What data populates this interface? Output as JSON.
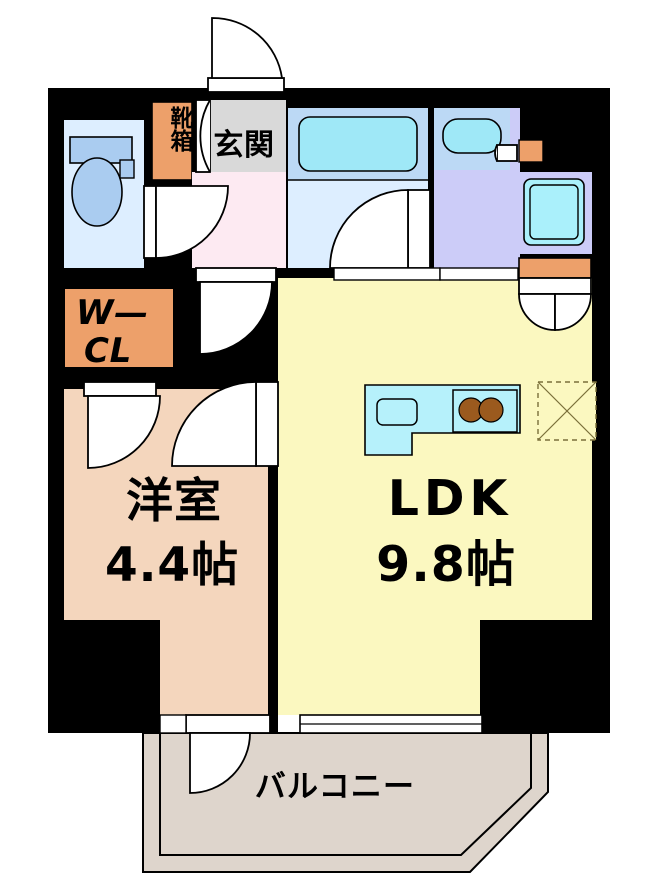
{
  "plan": {
    "type": "japanese-apartment-floor-plan",
    "layout_code": "1LDK",
    "colors": {
      "wall": "#000000",
      "ldk_floor": "#fbf8c0",
      "room_floor": "#f4d6bd",
      "closet": "#eda06a",
      "entrance_hall": "#fdeaf2",
      "entrance_tile": "#d9d9d9",
      "toilet_floor": "#ddeeff",
      "bath_floor": "#ddeeff",
      "bath_upper": "#bcd9f5",
      "tub_water": "#9fe8f7",
      "washroom_floor": "#ccccf8",
      "fixture_blue": "#aaccf0",
      "sink_cyan": "#aaf0fb",
      "counter_cyan": "#b6f1fb",
      "burner_brown": "#9b5a1e",
      "balcony_floor": "#ded5cc",
      "door_fill": "#ffffff"
    }
  },
  "rooms": {
    "toilet": {
      "name": "toilet",
      "fixtures": [
        "toilet-tank",
        "toilet-bowl",
        "flush-lever"
      ]
    },
    "entrance": {
      "label": "玄関"
    },
    "shoe_box": {
      "label": "靴箱"
    },
    "hall": {
      "name": "hallway"
    },
    "bath": {
      "name": "bathroom",
      "fixtures": [
        "bathtub"
      ]
    },
    "washroom": {
      "name": "washroom",
      "fixtures": [
        "vanity-sink",
        "washing-machine-pan"
      ]
    },
    "walk_in_closet": {
      "line1": "W",
      "dash": "—",
      "line2": "C",
      "line3": "L",
      "full_label": "W-CL"
    },
    "western_room": {
      "label": "洋室",
      "area": "4.4帖",
      "area_value": 4.4,
      "area_unit": "帖"
    },
    "ldk": {
      "label": "LDK",
      "area": "9.8帖",
      "area_value": 9.8,
      "area_unit": "帖",
      "fixtures": [
        "kitchen-sink",
        "gas-stove-two-burner",
        "refrigerator-space"
      ]
    },
    "balcony": {
      "label": "バルコニー"
    }
  }
}
